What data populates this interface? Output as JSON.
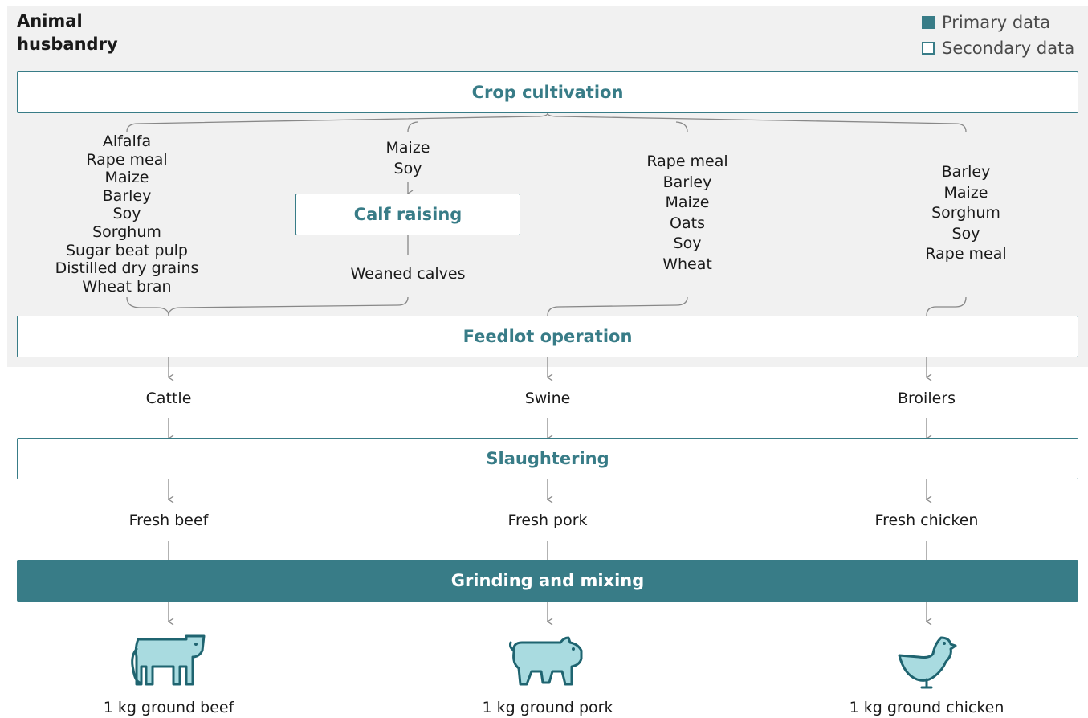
{
  "section": {
    "title_line1": "Animal",
    "title_line2": "husbandry"
  },
  "legend": {
    "primary": "Primary data",
    "secondary": "Secondary data"
  },
  "colors": {
    "accent": "#387c87",
    "panel": "#f1f1f1",
    "icon_fill": "#a9dbe0",
    "connector": "#888888"
  },
  "stages": {
    "crop": "Crop cultivation",
    "calf": "Calf raising",
    "feedlot": "Feedlot operation",
    "slaughter": "Slaughtering",
    "grinding": "Grinding and mixing"
  },
  "inputs": {
    "cattle_feed": [
      "Alfalfa",
      "Rape meal",
      "Maize",
      "Barley",
      "Soy",
      "Sorghum",
      "Sugar beat pulp",
      "Distilled dry grains",
      "Wheat bran"
    ],
    "calf_feed": [
      "Maize",
      "Soy"
    ],
    "calf_output": "Weaned calves",
    "swine_feed": [
      "Rape meal",
      "Barley",
      "Maize",
      "Oats",
      "Soy",
      "Wheat"
    ],
    "broiler_feed": [
      "Barley",
      "Maize",
      "Sorghum",
      "Soy",
      "Rape meal"
    ]
  },
  "animals": [
    "Cattle",
    "Swine",
    "Broilers"
  ],
  "fresh": [
    "Fresh beef",
    "Fresh pork",
    "Fresh chicken"
  ],
  "products": [
    {
      "label": "1 kg ground beef",
      "icon": "cow-icon"
    },
    {
      "label": "1 kg ground pork",
      "icon": "pig-icon"
    },
    {
      "label": "1 kg ground chicken",
      "icon": "chicken-icon"
    }
  ]
}
